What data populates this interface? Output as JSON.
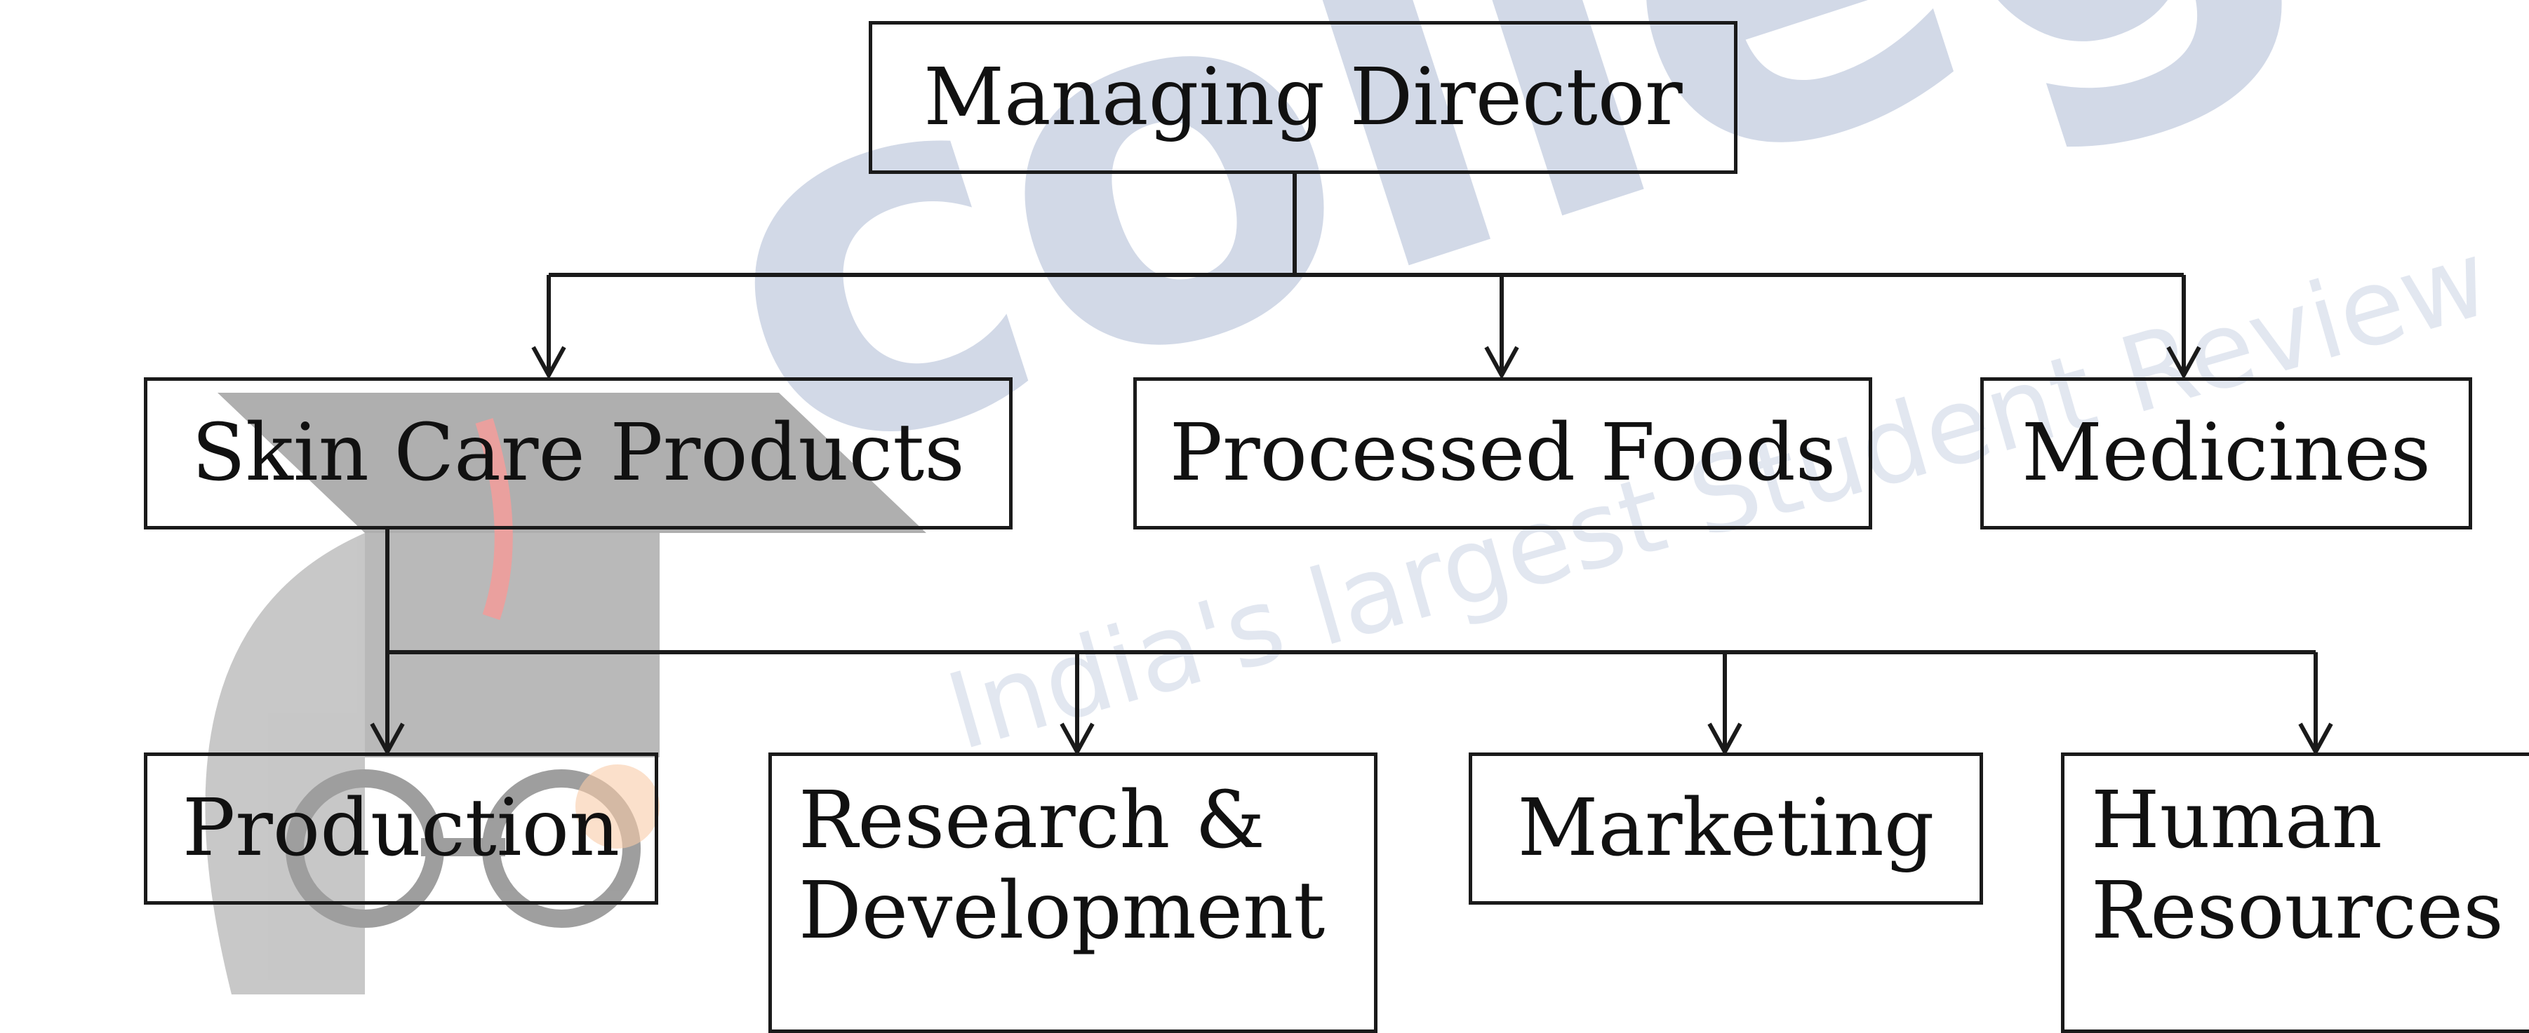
{
  "watermark": {
    "brand": "collegedunia",
    "tagline": "India's largest Student Review"
  },
  "org_chart": {
    "root": {
      "label": "Managing Director"
    },
    "divisions": [
      {
        "label": "Skin Care Products"
      },
      {
        "label": "Processed Foods"
      },
      {
        "label": "Medicines"
      }
    ],
    "functions": [
      {
        "label": "Production"
      },
      {
        "label": "Research & Development"
      },
      {
        "label": "Marketing"
      },
      {
        "label": "Human Resources"
      }
    ]
  }
}
